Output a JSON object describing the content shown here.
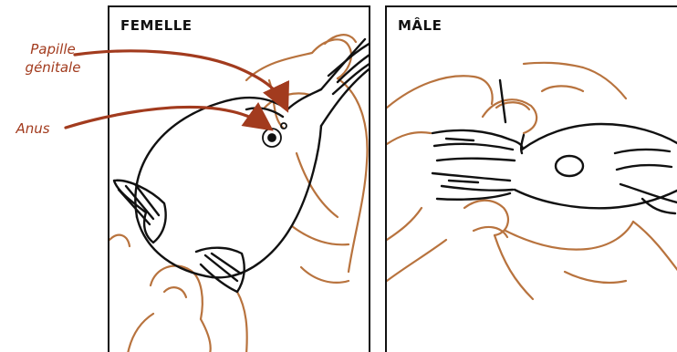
{
  "labels": {
    "papille": "Papille génitale",
    "anus": "Anus"
  },
  "panels": {
    "female_title": "FEMELLE",
    "male_title": "MÂLE"
  },
  "colors": {
    "annotation": "#a23b1e",
    "hand": "#b8733e",
    "outline": "#111111"
  }
}
